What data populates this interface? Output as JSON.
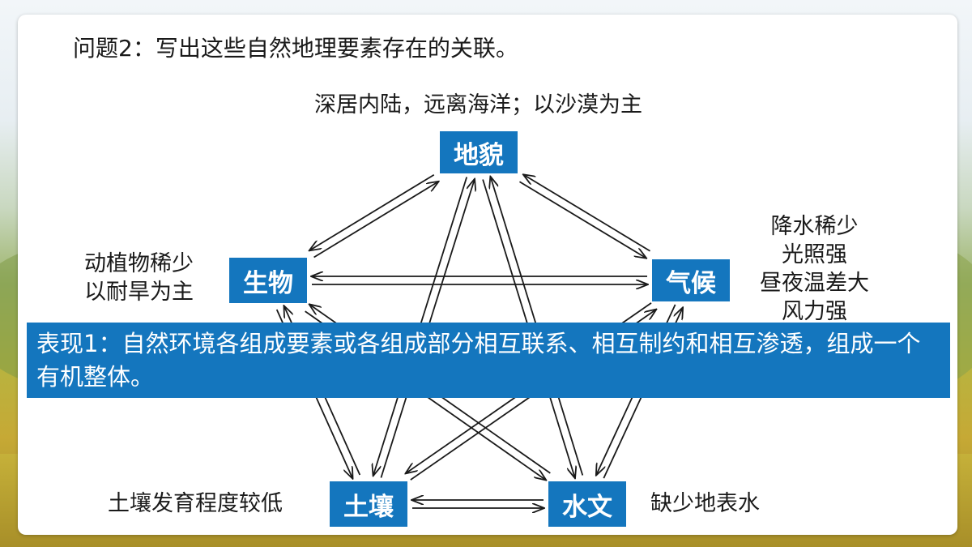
{
  "question": "问题2：写出这些自然地理要素存在的关联。",
  "notes": {
    "landform": "深居内陆，远离海洋；以沙漠为主",
    "biota": [
      "动植物稀少",
      "以耐旱为主"
    ],
    "climate": [
      "降水稀少",
      "光照强",
      "昼夜温差大",
      "风力强"
    ],
    "soil": "土壤发育程度较低",
    "water": "缺少地表水"
  },
  "nodes": {
    "landform": "地貌",
    "biota": "生物",
    "climate": "气候",
    "soil": "土壤",
    "water": "水文"
  },
  "banner": "表现1：自然环境各组成要素或各组成部分相互联系、相互制约和相互渗透，组成一个有机整体。",
  "colors": {
    "accent": "#1476be",
    "text": "#1a1a1a"
  },
  "relations": [
    [
      "landform",
      "biota"
    ],
    [
      "landform",
      "climate"
    ],
    [
      "landform",
      "soil"
    ],
    [
      "landform",
      "water"
    ],
    [
      "biota",
      "climate"
    ],
    [
      "biota",
      "soil"
    ],
    [
      "biota",
      "water"
    ],
    [
      "climate",
      "soil"
    ],
    [
      "climate",
      "water"
    ],
    [
      "soil",
      "water"
    ]
  ]
}
